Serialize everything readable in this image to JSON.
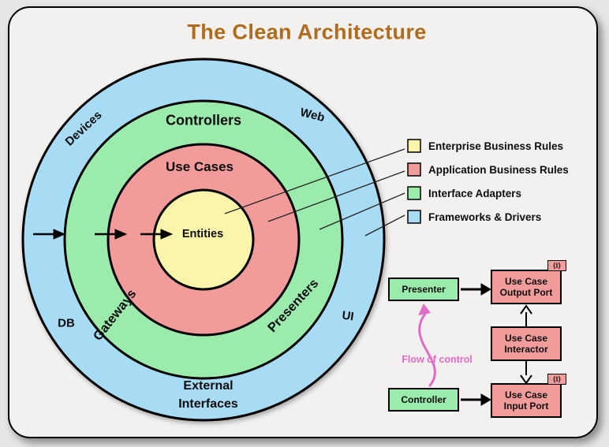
{
  "title": {
    "text": "The Clean Architecture",
    "color": "#b06c1d"
  },
  "diagram": {
    "rings": [
      {
        "name": "frameworks-drivers",
        "color": "#a8dcf5"
      },
      {
        "name": "interface-adapters",
        "color": "#9bebac"
      },
      {
        "name": "application-business-rules",
        "color": "#f29b9b"
      },
      {
        "name": "enterprise-business-rules",
        "color": "#fbf5ac"
      }
    ],
    "labels": {
      "entities": "Entities",
      "use_cases": "Use Cases",
      "controllers": "Controllers",
      "gateways": "Gateways",
      "presenters": "Presenters",
      "devices": "Devices",
      "web": "Web",
      "db": "DB",
      "ui": "UI",
      "external_line1": "External",
      "external_line2": "Interfaces"
    }
  },
  "legend": {
    "items": [
      {
        "label": "Enterprise Business Rules",
        "color": "#fbf5ac"
      },
      {
        "label": "Application Business Rules",
        "color": "#f29b9b"
      },
      {
        "label": "Interface Adapters",
        "color": "#9bebac"
      },
      {
        "label": "Frameworks & Drivers",
        "color": "#a8dcf5"
      }
    ]
  },
  "flow_diagram": {
    "presenter_label": "Presenter",
    "controller_label": "Controller",
    "output_port": {
      "line1": "Use Case",
      "line2": "Output Port"
    },
    "interactor": {
      "line1": "Use Case",
      "line2": "Interactor"
    },
    "input_port": {
      "line1": "Use Case",
      "line2": "Input Port"
    },
    "flow_label": "Flow of control",
    "interface_marker": "⟨I⟩",
    "flow_color": "#e06cc8"
  }
}
